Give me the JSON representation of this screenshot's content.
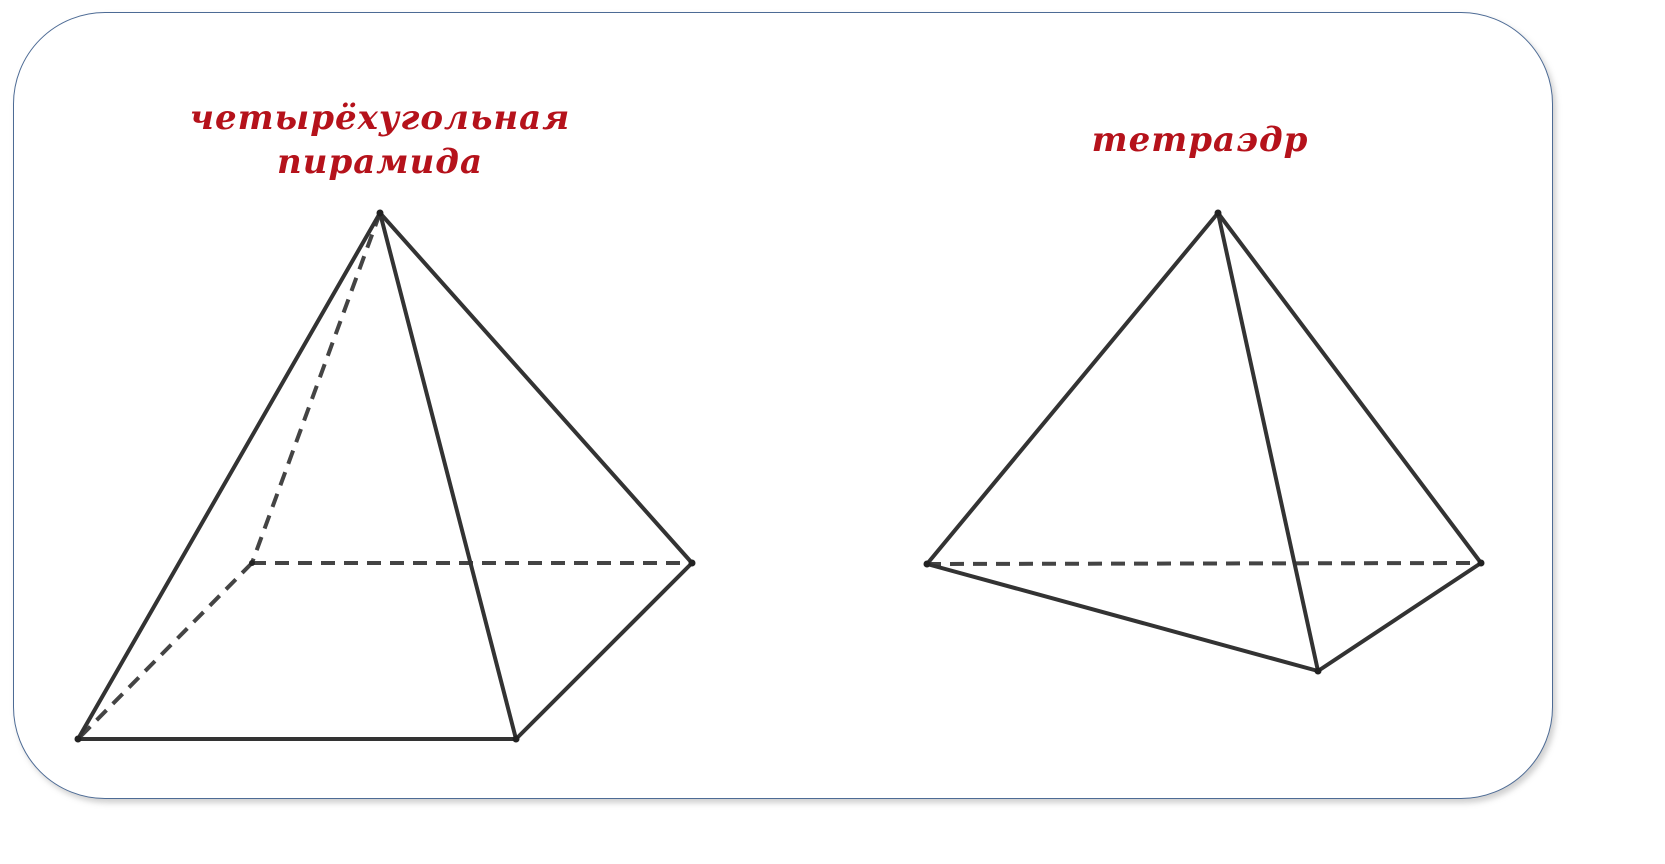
{
  "figures": {
    "pyramid": {
      "label_line1": "четырёхугольная",
      "label_line2": "пирамида"
    },
    "tetrahedron": {
      "label": "тетраэдр"
    }
  },
  "colors": {
    "label": "#b5121b",
    "edges": "#333333",
    "frame_border": "#4d6b95"
  }
}
